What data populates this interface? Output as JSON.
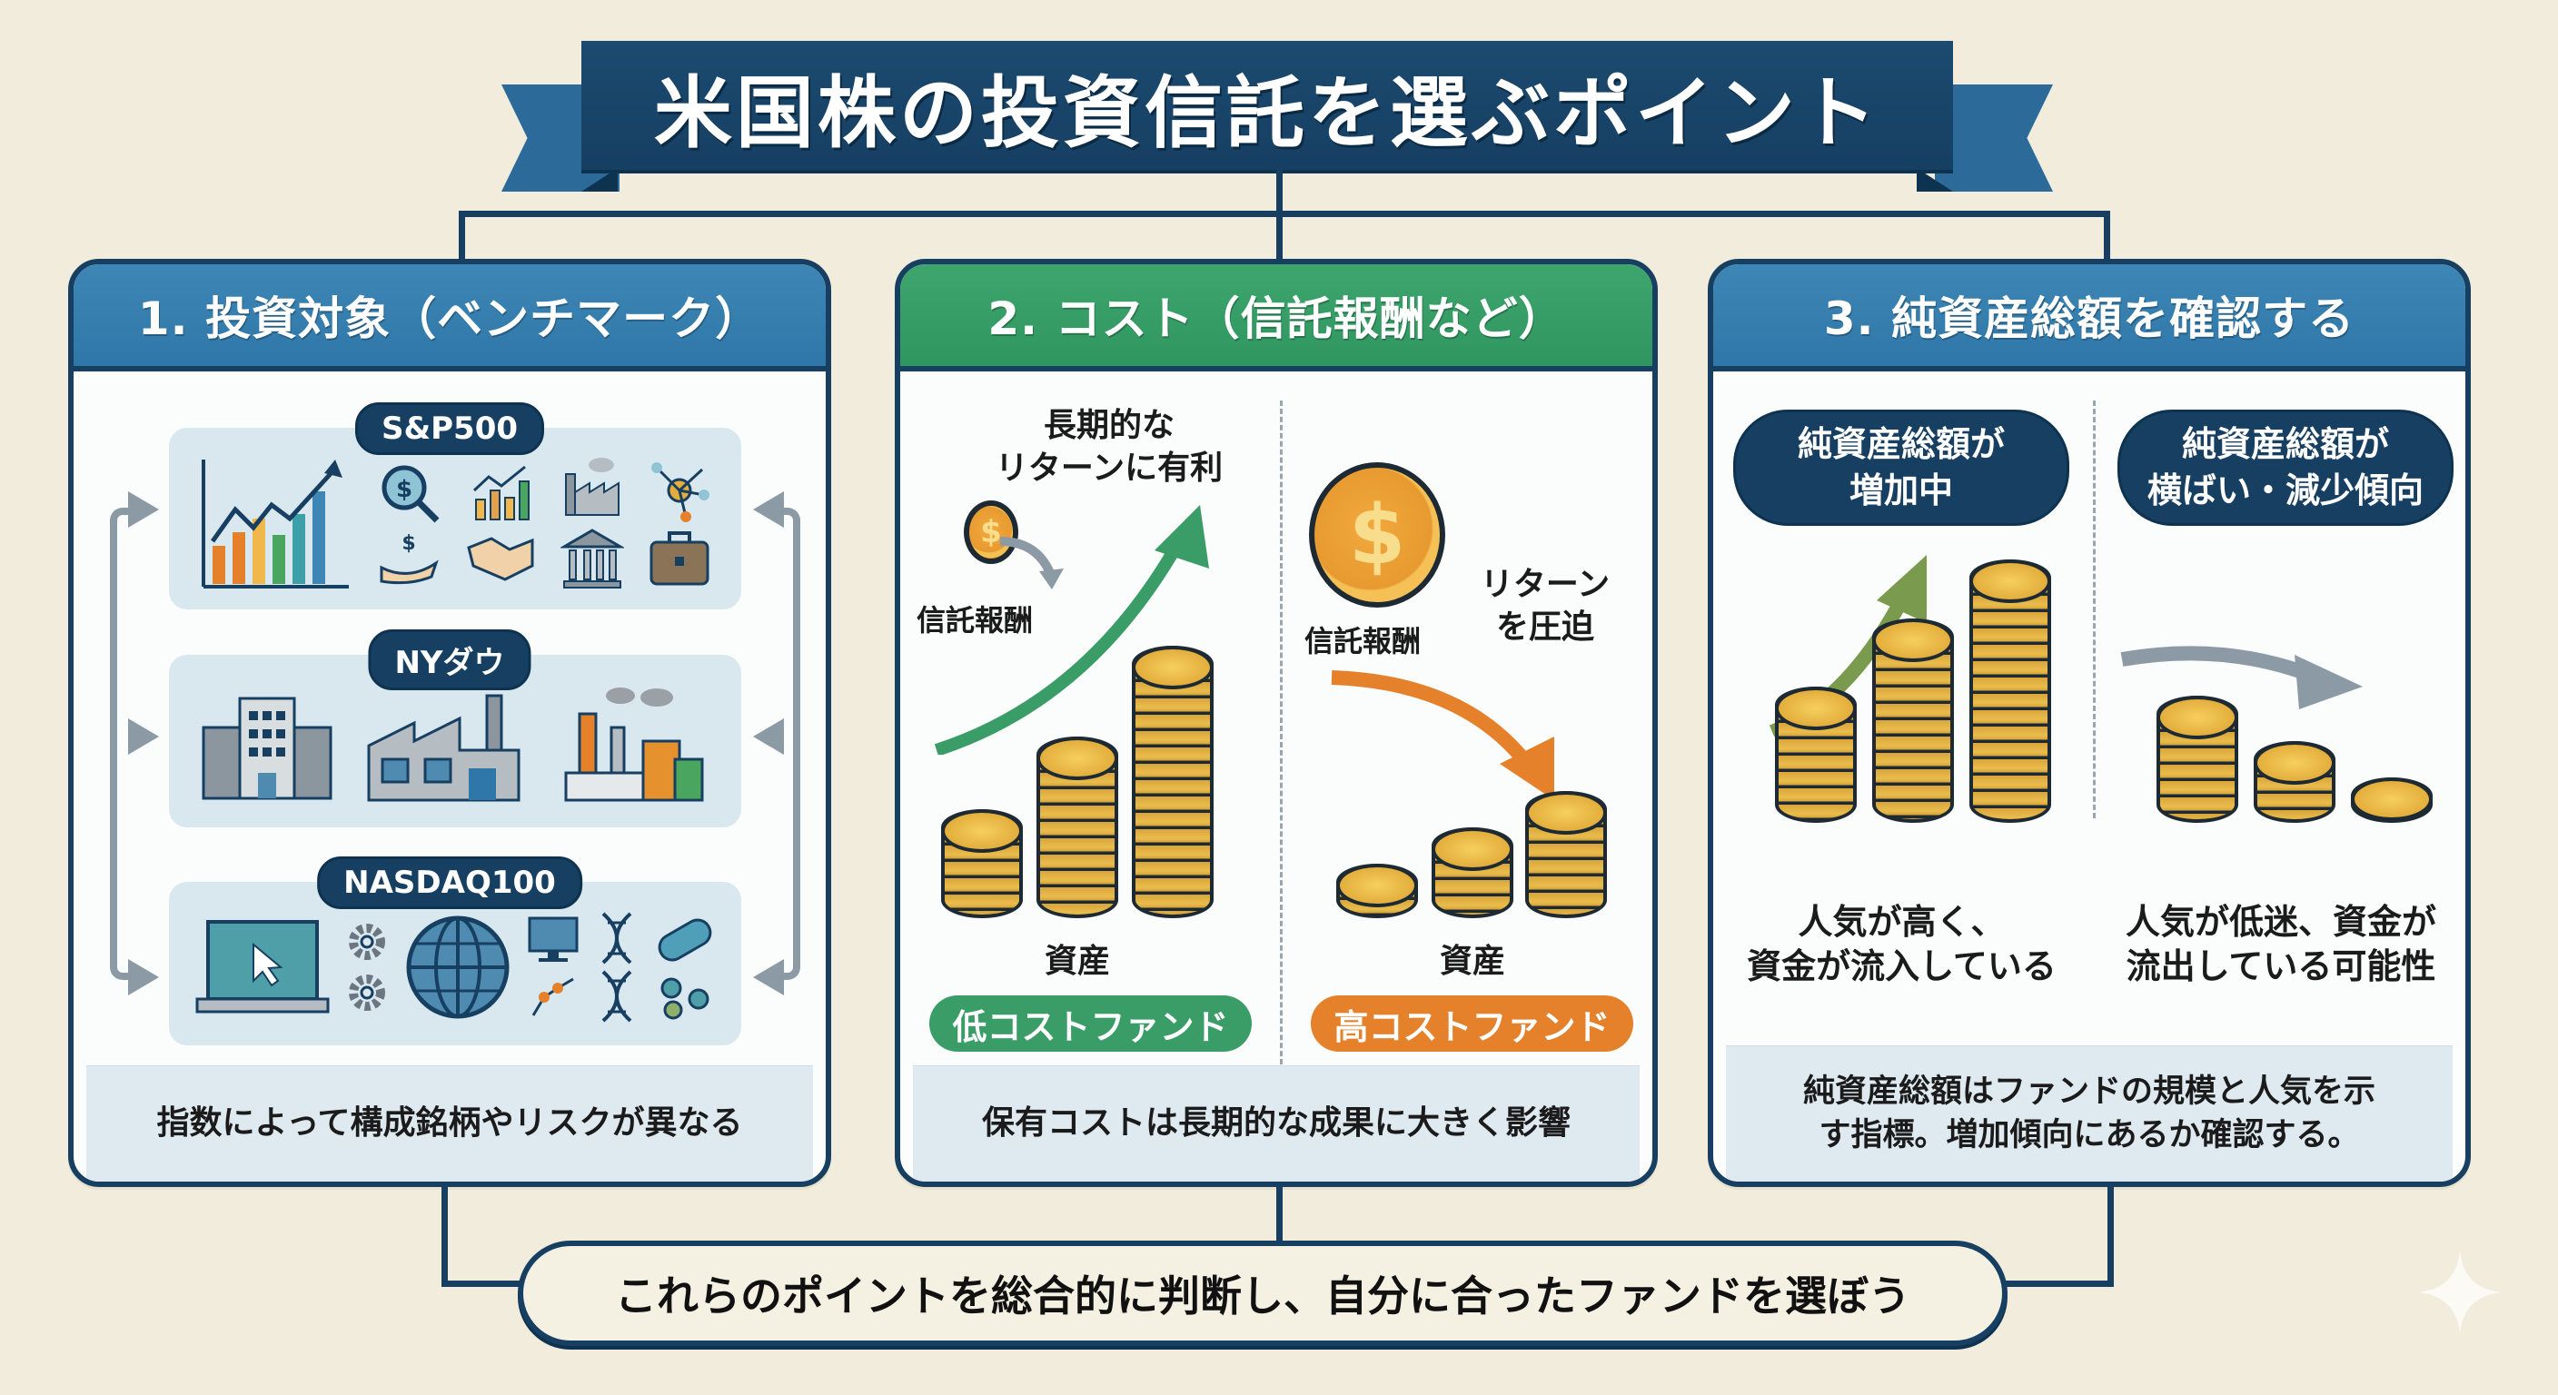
{
  "title": "米国株の投資信託を選ぶポイント",
  "colors": {
    "background": "#f1ecdc",
    "navy": "#173f62",
    "header_blue": "#2f77a8",
    "header_green": "#2f9660",
    "accent_orange": "#e5812b",
    "accent_green": "#3a9d67",
    "coin_gold": "#e3ae3c"
  },
  "panels": [
    {
      "title": "1. 投資対象（ベンチマーク）",
      "indices": [
        {
          "label": "S&P500",
          "icons": [
            "bar-chart-up-icon",
            "dollar-search-icon",
            "dollar-hand-icon",
            "chart-up-icon",
            "handshake-icon",
            "factory-icon",
            "bank-icon",
            "network-icon",
            "briefcase-icon"
          ]
        },
        {
          "label": "NYダウ",
          "icons": [
            "office-building-icon",
            "factory-icon",
            "industrial-plant-icon"
          ]
        },
        {
          "label": "NASDAQ100",
          "icons": [
            "laptop-cursor-icon",
            "gears-icon",
            "globe-icon",
            "monitor-icon",
            "robot-arm-icon",
            "dna-icon",
            "capsule-icon",
            "molecule-icon"
          ]
        }
      ],
      "footer": "指数によって構成銘柄やリスクが異なる"
    },
    {
      "title": "2. コスト（信託報酬など）",
      "low": {
        "callout": "長期的な\nリターンに有利",
        "fee_label": "信託報酬",
        "asset_label": "資産",
        "pill": "低コストファンド"
      },
      "high": {
        "callout": "リターン\nを圧迫",
        "fee_label": "信託報酬",
        "asset_label": "資産",
        "pill": "高コストファンド"
      },
      "footer": "保有コストは長期的な成果に大きく影響"
    },
    {
      "title": "3. 純資産総額を確認する",
      "increasing": {
        "badge": "純資産総額が\n増加中",
        "caption": "人気が高く、\n資金が流入している"
      },
      "decreasing": {
        "badge": "純資産総額が\n横ばい・減少傾向",
        "caption": "人気が低迷、資金が\n流出している可能性"
      },
      "footer": "純資産総額はファンドの規模と人気を示\nす指標。増加傾向にあるか確認する。"
    }
  ],
  "summary": "これらのポイントを総合的に判断し、自分に合ったファンドを選ぼう"
}
